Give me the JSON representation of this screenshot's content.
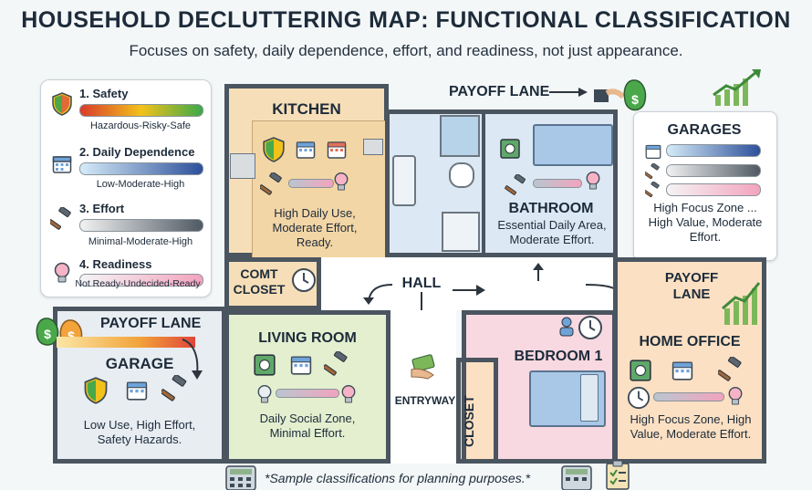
{
  "header": {
    "title": "HOUSEHOLD DECLUTTERING MAP: FUNCTIONAL CLASSIFICATION",
    "subtitle": "Focuses on safety, daily dependence, effort, and readiness, not just appearance."
  },
  "legend": {
    "items": [
      {
        "label": "1. Safety",
        "caption": "Hazardous-Risky-Safe"
      },
      {
        "label": "2. Daily Dependence",
        "caption": "Low-Moderate-High"
      },
      {
        "label": "3. Effort",
        "caption": "Minimal-Moderate-High"
      },
      {
        "label": "4. Readiness",
        "caption": "Not Ready-Undecided-Ready"
      }
    ]
  },
  "rooms": {
    "kitchen": {
      "label": "KITCHEN",
      "desc1": "High Daily Use,",
      "desc2": "Moderate Effort,",
      "desc3": "Ready."
    },
    "bathroom": {
      "label": "BATHROOM",
      "desc1": "Essential Daily Area,",
      "desc2": "Moderate Effort."
    },
    "comt_closet": {
      "label1": "COMT",
      "label2": "CLOSET"
    },
    "hall": {
      "label": "HALL"
    },
    "living_room": {
      "label": "LIVING ROOM",
      "desc1": "Daily Social Zone,",
      "desc2": "Minimal Effort."
    },
    "entryway": {
      "label": "ENTRYWAY"
    },
    "closet": {
      "label": "CLOSET"
    },
    "bedroom": {
      "label": "BEDROOM 1"
    },
    "home_office": {
      "label": "HOME OFFICE",
      "desc1": "High Focus Zone, High",
      "desc2": "Value, Moderate Effort."
    },
    "garage_left": {
      "label": "GARAGE",
      "desc1": "Low Use, High Effort,",
      "desc2": "Safety Hazards."
    },
    "garages_card": {
      "label": "GARAGES",
      "desc1": "High Focus Zone ...",
      "desc2": "High Value, Moderate",
      "desc3": "Effort."
    }
  },
  "payoff": {
    "top": "PAYOFF LANE",
    "left": "PAYOFF LANE",
    "right1": "PAYOFF",
    "right2": "LANE"
  },
  "footer": {
    "note": "*Sample classifications for planning purposes.*"
  },
  "colors": {
    "kitchen": "#f6dfb8",
    "bathroom": "#dce9f4",
    "living": "#e3efcf",
    "bedroom": "#f9d9e1",
    "office": "#fbe0c3",
    "garage": "#e8edf2",
    "wall": "#4a5560"
  },
  "icons": [
    "shield-icon",
    "calendar-icon",
    "hammer-icon",
    "lightbulb-icon",
    "clock-icon",
    "safe-icon",
    "money-bag-icon",
    "growth-chart-icon",
    "calculator-icon",
    "clipboard-icon"
  ]
}
